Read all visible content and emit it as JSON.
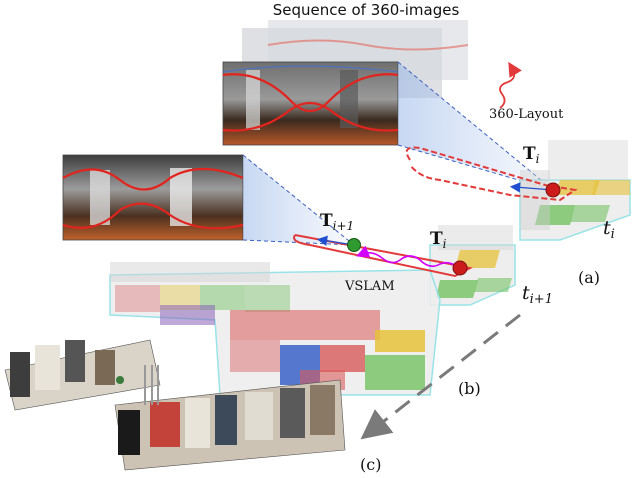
{
  "title": "Sequence of 360-images",
  "labels": {
    "layout": "360-Layout",
    "pose_i_top": "T",
    "pose_i_top_sub": "i",
    "pose_i": "T",
    "pose_i_sub": "i",
    "pose_i1": "T",
    "pose_i1_sub": "i+1",
    "vslam": "VSLAM",
    "t_i": "t",
    "t_i_sub": "i",
    "t_i1": "t",
    "t_i1_sub": "i+1",
    "panel_a": "(a)",
    "panel_b": "(b)",
    "panel_c": "(c)"
  },
  "colors": {
    "trajectory": "#e23a3a",
    "vslam_path": "#d400ff",
    "camera_dot": "#cc1b1b",
    "camera_dot_next": "#2f9a2f",
    "room_yellow": "#e6c23a",
    "room_green": "#6cbf5a",
    "room_red": "#d85a5a",
    "room_blue": "#3a63c8",
    "room_purple": "#8a63b8",
    "room_cyan": "#8fe1e6"
  }
}
